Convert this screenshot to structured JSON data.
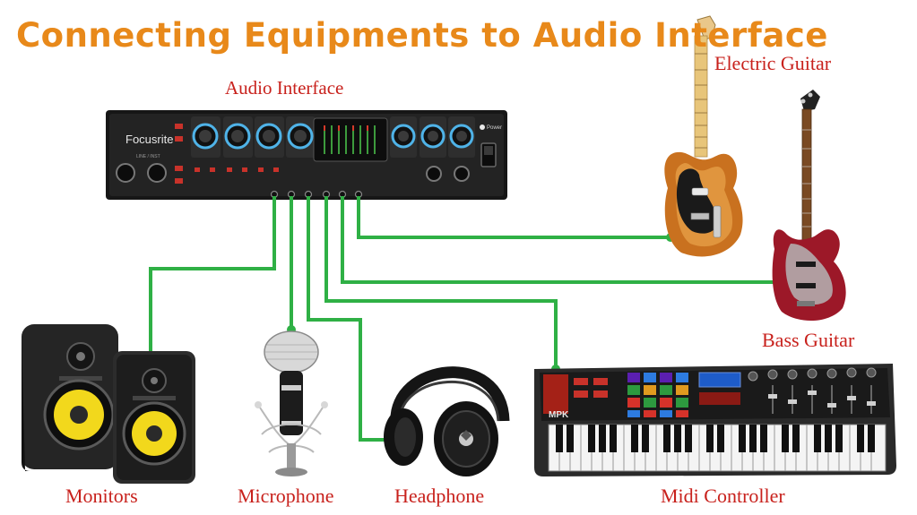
{
  "title": "Connecting  Equipments to Audio Interface",
  "labels": {
    "audio_interface": "Audio Interface",
    "electric_guitar": "Electric Guitar",
    "bass_guitar": "Bass Guitar",
    "monitors": "Monitors",
    "microphone": "Microphone",
    "headphone": "Headphone",
    "midi_controller": "Midi Controller"
  },
  "device_text": {
    "interface_brand": "Focusrite",
    "interface_power": "Power",
    "midi_model": "MPK"
  },
  "colors": {
    "title": "#e8891a",
    "labels": "#c8211c",
    "cable": "#2fb045",
    "device_dark": "#1b1b1b",
    "knob_ring": "#4fb3e8",
    "speaker_cone": "#f2d81c"
  }
}
